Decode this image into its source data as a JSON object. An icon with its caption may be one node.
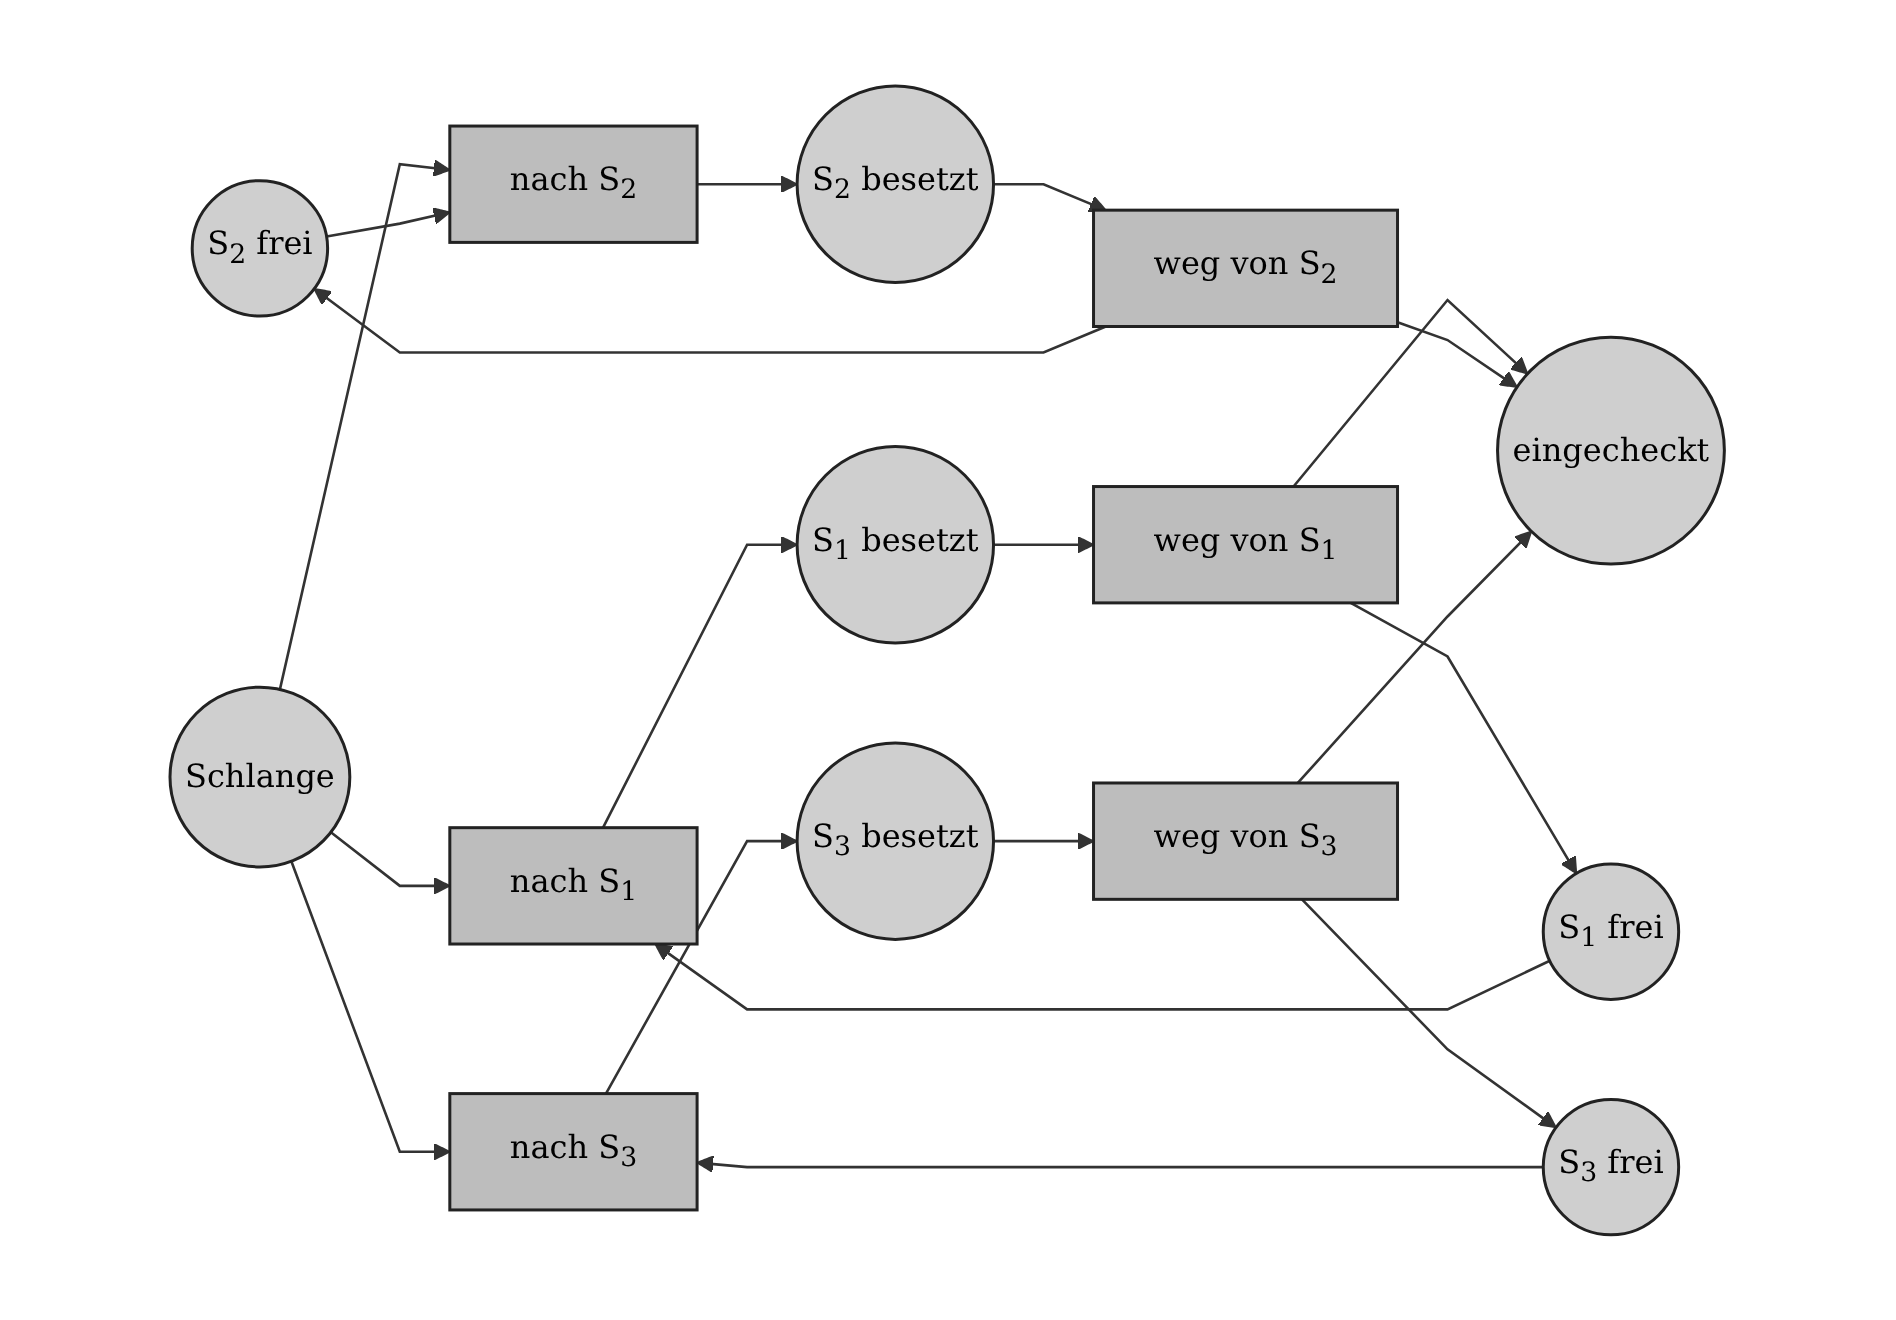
{
  "diagram": {
    "nodes": [
      {
        "text": [
          "nach S$_{1}$"
        ]
      },
      {
        "text": [
          "S$_{1}$ frei"
        ]
      },
      {
        "text": [
          "weg von S$_{1}$"
        ]
      },
      {
        "text": [
          "S$_{1}$ besetzt"
        ]
      },
      {
        "text": [
          "S$_{2}$ frei"
        ]
      },
      {
        "text": [
          "Schlange"
        ]
      },
      {
        "text": [
          "nach S$_{2}$"
        ]
      },
      {
        "text": [
          "weg von S$_{2}$"
        ]
      },
      {
        "text": [
          "eingecheckt"
        ]
      },
      {
        "text": [
          "S$_{2}$ besetzt"
        ]
      },
      {
        "text": [
          "S$_{3}$ frei"
        ]
      },
      {
        "text": [
          "nach S$_{3}$"
        ]
      },
      {
        "text": [
          "weg von S$_{3}$"
        ]
      },
      {
        "text": [
          "S$_{3}$ besetzt"
        ]
      }
    ],
    "edges": [
      {
        "from": 5,
        "to": 0,
        "arrow": "to"
      },
      {
        "from": 5,
        "to": 6,
        "arrow": "to"
      },
      {
        "from": 5,
        "to": 11,
        "arrow": "to"
      },
      {
        "from": 1,
        "to": 0,
        "arrow": "to"
      },
      {
        "from": 0,
        "to": 3,
        "arrow": "to"
      },
      {
        "from": 3,
        "to": 2,
        "arrow": "to"
      },
      {
        "from": 2,
        "to": 1,
        "arrow": "to"
      },
      {
        "from": 4,
        "to": 6,
        "arrow": "to"
      },
      {
        "from": 6,
        "to": 9,
        "arrow": "to"
      },
      {
        "from": 9,
        "to": 7,
        "arrow": "to"
      },
      {
        "from": 7,
        "to": 4,
        "arrow": "to"
      },
      {
        "from": 10,
        "to": 11,
        "arrow": "to"
      },
      {
        "from": 11,
        "to": 13,
        "arrow": "to"
      },
      {
        "from": 13,
        "to": 12,
        "arrow": "to"
      },
      {
        "from": 12,
        "to": 10,
        "arrow": "to"
      },
      {
        "from": 2,
        "to": 8,
        "arrow": "to"
      },
      {
        "from": 7,
        "to": 8,
        "arrow": "to"
      },
      {
        "from": 12,
        "to": 8,
        "arrow": "to"
      }
    ]
  }
}
